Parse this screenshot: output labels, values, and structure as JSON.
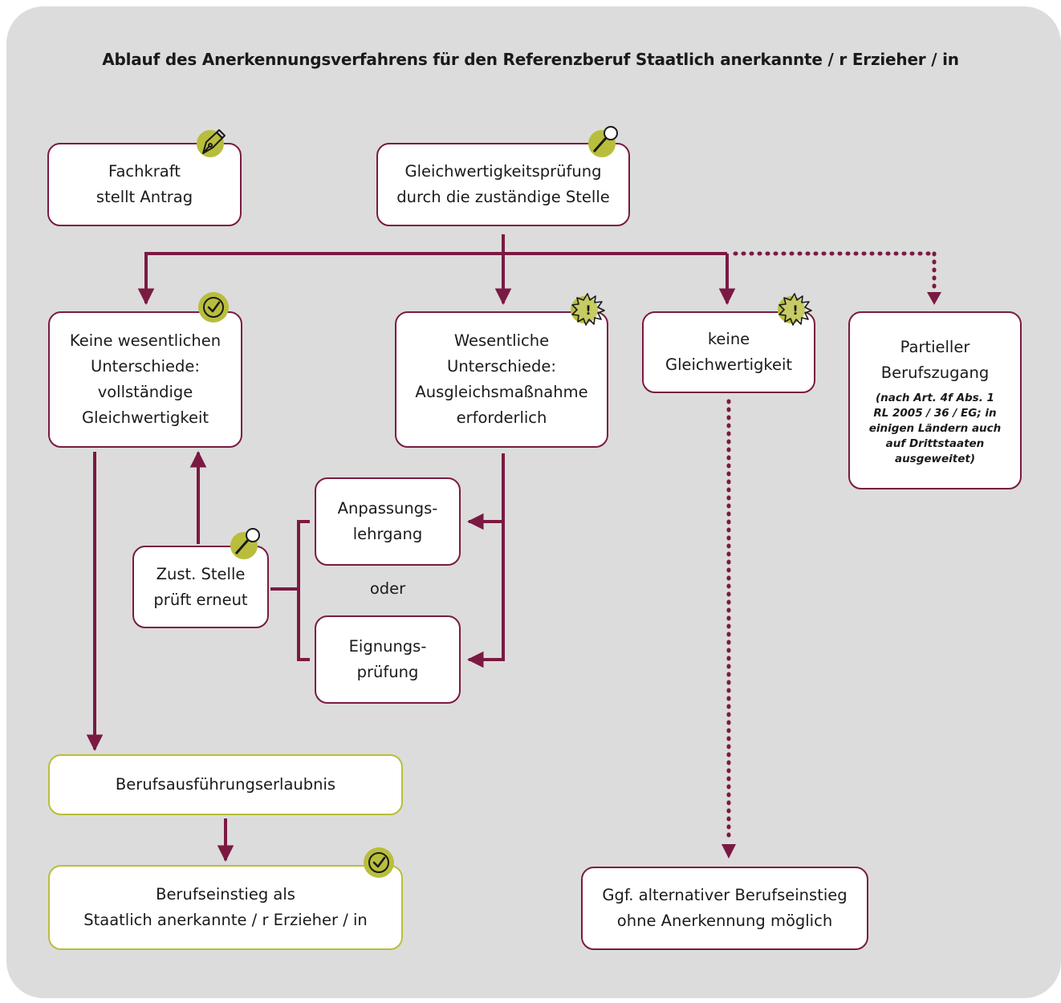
{
  "title": "Ablauf des Anerkennungsverfahrens für den Referenzberuf Staatlich anerkannte / r Erzieher / in",
  "colors": {
    "background": "#dcdcdc",
    "box_border": "#7a1a42",
    "box_border_green": "#b8be3c",
    "arrow": "#7a1a42",
    "icon_fill": "#b8be3c"
  },
  "boxes": {
    "antrag": {
      "lines": [
        "Fachkraft",
        "stellt Antrag"
      ],
      "icon": "pen-icon"
    },
    "pruefung": {
      "lines": [
        "Gleichwertigkeitsprüfung",
        "durch die zuständige Stelle"
      ],
      "icon": "magnifier-icon"
    },
    "keine_unterschiede": {
      "lines": [
        "Keine wesentlichen",
        "Unterschiede:",
        "vollständige",
        "Gleichwertigkeit"
      ],
      "icon": "check-icon"
    },
    "wesentliche_unterschiede": {
      "lines": [
        "Wesentliche",
        "Unterschiede:",
        "Ausgleichsmaßnahme",
        "erforderlich"
      ],
      "icon": "alert-burst-icon"
    },
    "keine_gleichwertigkeit": {
      "lines": [
        "keine",
        "Gleichwertigkeit"
      ],
      "icon": "alert-burst-icon"
    },
    "partiell": {
      "lines": [
        "Partieller",
        "Berufszugang"
      ],
      "note": [
        "(nach Art. 4f Abs. 1",
        "RL 2005 / 36 / EG; in",
        "einigen Ländern auch",
        "auf Drittstaaten",
        "ausgeweitet)"
      ]
    },
    "anpassung": {
      "lines": [
        "Anpassungs-",
        "lehrgang"
      ]
    },
    "eignung": {
      "lines": [
        "Eignungs-",
        "prüfung"
      ]
    },
    "zust_stelle": {
      "lines": [
        "Zust. Stelle",
        "prüft erneut"
      ],
      "icon": "magnifier-icon"
    },
    "erlaubnis": {
      "lines": [
        "Berufsausführungserlaubnis"
      ]
    },
    "einstieg": {
      "lines": [
        "Berufseinstieg als",
        "Staatlich anerkannte / r Erzieher / in"
      ],
      "icon": "check-icon"
    },
    "alternativ": {
      "lines": [
        "Ggf. alternativer Berufseinstieg",
        "ohne Anerkennung möglich"
      ]
    }
  },
  "oder": "oder"
}
